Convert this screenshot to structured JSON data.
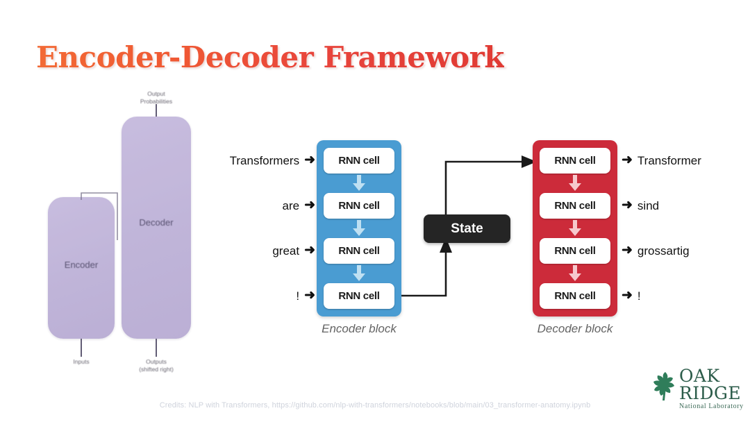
{
  "slide": {
    "title": "Encoder-Decoder Framework",
    "background": "#ffffff"
  },
  "colors": {
    "title_gradient_start": "#f26a35",
    "title_gradient_end": "#e03a33",
    "encoder_block": "#4a9cd2",
    "decoder_block": "#cc2b3a",
    "state_box": "#252525",
    "transformer_box": "#bbafd6",
    "caption_text": "#636363",
    "credits_text": "#cfd3dc",
    "ornl_green": "#2c5c4a"
  },
  "transformer_figure": {
    "encoder_label": "Encoder",
    "decoder_label": "Decoder",
    "output_probabilities_label": "Output\nProbabilities",
    "output_probabilities_line1": "Output",
    "output_probabilities_line2": "Probabilities",
    "inputs_label": "Inputs",
    "outputs_label_line1": "Outputs",
    "outputs_label_line2": "(shifted right)"
  },
  "encoder": {
    "caption": "Encoder block",
    "cell_label": "RNN cell",
    "arrow_glyph": "➜",
    "cells": [
      {
        "label": "RNN cell",
        "input": "Transformers"
      },
      {
        "label": "RNN cell",
        "input": "are"
      },
      {
        "label": "RNN cell",
        "input": "great"
      },
      {
        "label": "RNN cell",
        "input": "!"
      }
    ]
  },
  "decoder": {
    "caption": "Decoder block",
    "cell_label": "RNN cell",
    "arrow_glyph": "➜",
    "cells": [
      {
        "label": "RNN cell",
        "output": "Transformer"
      },
      {
        "label": "RNN cell",
        "output": "sind"
      },
      {
        "label": "RNN cell",
        "output": "grossartig"
      },
      {
        "label": "RNN cell",
        "output": "!"
      }
    ]
  },
  "state": {
    "label": "State"
  },
  "credits": {
    "text": "Credits: NLP with Transformers, https://github.com/nlp-with-transformers/notebooks/blob/main/03_transformer-anatomy.ipynb"
  },
  "logo": {
    "line1": "OAK",
    "line2": "RIDGE",
    "subtitle": "National Laboratory",
    "icon": "oak-leaf-icon"
  }
}
